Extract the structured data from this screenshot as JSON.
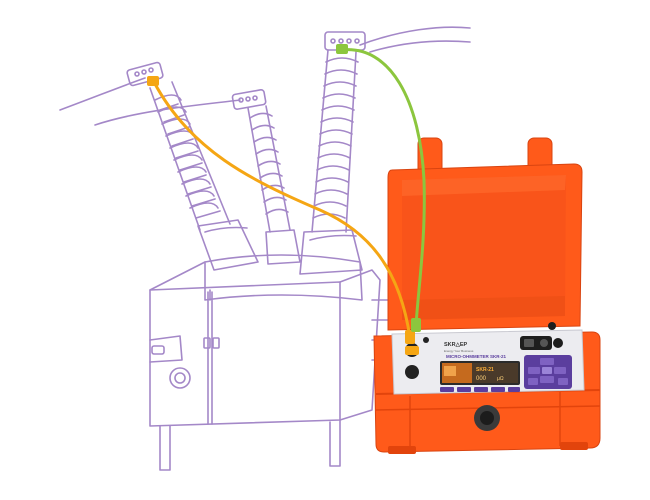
{
  "device": {
    "brand": "SKR△EP",
    "brand_sub": "Energy Your Business",
    "model_label": "MICRO-OHMMETER SKR-21",
    "screen_title": "SKR-21",
    "screen_value": "000",
    "screen_unit": "μΩ"
  },
  "colors": {
    "case_orange": "#ff5a1a",
    "case_shadow": "#e2440c",
    "sketch_lavender": "#a488c8",
    "cable_yellow": "#f5a614",
    "cable_green": "#8cc63e",
    "panel_gray": "#e8e8ec",
    "keypad_purple": "#5b3e9e"
  },
  "icons": {
    "substation": "circuit-breaker-illustration",
    "device": "micro-ohmmeter-case"
  }
}
